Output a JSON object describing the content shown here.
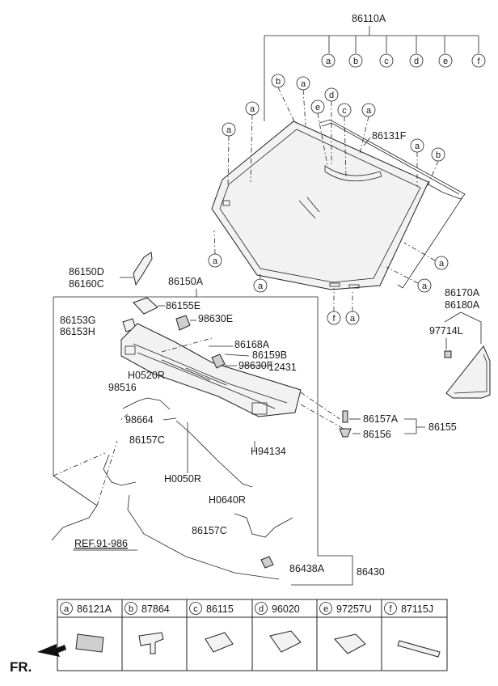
{
  "labels": {
    "top": "86110A",
    "seal": "86131F",
    "bracket_l1": "86150D",
    "bracket_l2": "86160C",
    "cowl": "86150A",
    "cowl_cap": "86155E",
    "side_l1": "86153G",
    "side_l2": "86153H",
    "nozzle": "98630E",
    "p86168A": "86168A",
    "p86159B": "86159B",
    "p98630F": "98630F",
    "p12431": "12431",
    "pH0520R": "H0520R",
    "p98516": "98516",
    "p98664": "98664",
    "p86157C_a": "86157C",
    "pH0050R": "H0050R",
    "pH0640R": "H0640R",
    "pH94134": "H94134",
    "p86157A": "86157A",
    "p86156": "86156",
    "p86155": "86155",
    "p86170A": "86170A",
    "p86180A": "86180A",
    "p97714L": "97714L",
    "p86157C_b": "86157C",
    "p86438A": "86438A",
    "p86430": "86430",
    "ref": "REF.91-986",
    "front": "FR."
  },
  "callouts": [
    "a",
    "b",
    "c",
    "d",
    "e",
    "f"
  ],
  "legend": [
    {
      "letter": "a",
      "code": "86121A"
    },
    {
      "letter": "b",
      "code": "87864"
    },
    {
      "letter": "c",
      "code": "86115"
    },
    {
      "letter": "d",
      "code": "96020"
    },
    {
      "letter": "e",
      "code": "97257U"
    },
    {
      "letter": "f",
      "code": "87115J"
    }
  ]
}
